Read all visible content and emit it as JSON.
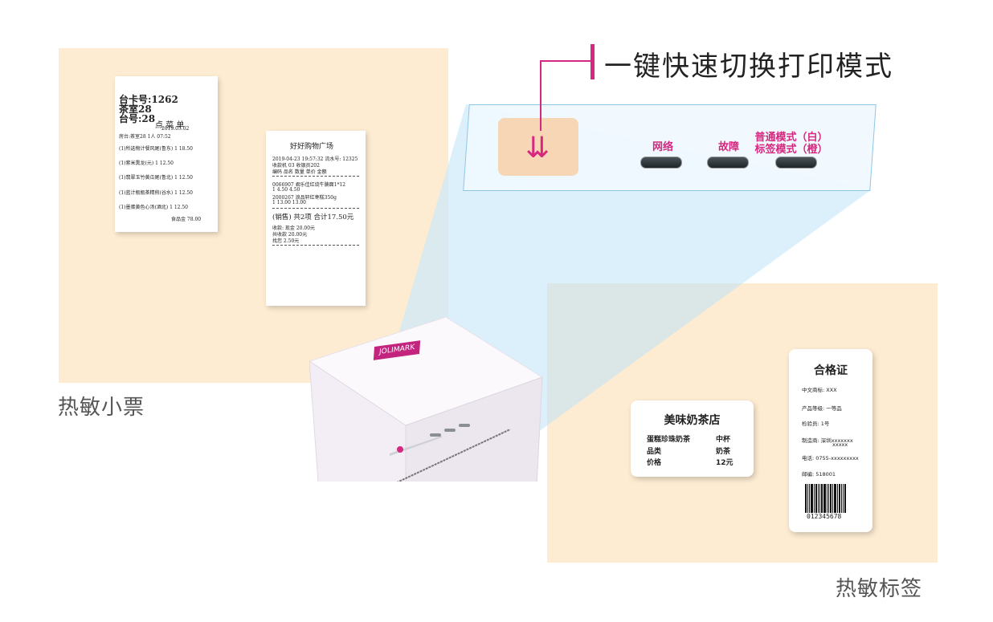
{
  "headline": "一键快速切换打印模式",
  "captions": {
    "left": "热敏小票",
    "right": "热敏标签"
  },
  "panel": {
    "indicators": [
      {
        "label": "网络"
      },
      {
        "label": "故障"
      },
      {
        "label1": "普通模式（白）",
        "label2": "标签模式（橙）"
      }
    ]
  },
  "printer": {
    "logo": "JOLIMARK"
  },
  "receipt1": {
    "lines": [
      "台卡号:1262",
      "茶室28",
      "台号:28",
      "点 菜 单",
      "2019.05.02",
      "房台:茶室28   1人      07:52",
      "(1)所选物计餐风尾(鲁东)   1   18.50",
      "(1)紫米熏龙(元)   1   12.50",
      "(1)翡翠玉竹黄瓜尾(鲁北)   1   12.50",
      "(1)蓝计瓶瓶茶精煎(谷水)   1   12.50",
      "(1)墨蛋黄色心汤(酒北)   1   12.50",
      "食品金    78.00"
    ]
  },
  "receipt2": {
    "title": "好好购物广场",
    "lines": [
      "2019-04-23 19:57:32 流水号: 12325",
      "收款机 03  收银员202",
      "编码   品名   数量   单价   金额",
      "0066907  君乐佳红烧牛腩面1*12",
      "          1   4.50  4.50",
      "2000267  浪品轩红枣糕350g",
      "          1   13.00 13.00",
      "(销售) 共2项  合计17.50元",
      "收款: 现金           20.00元",
      "共收款               20.00元",
      "找您                  2.50元"
    ]
  },
  "label_milk_tea": {
    "title": "美味奶茶店",
    "rows": [
      {
        "key": "蛋糕珍珠奶茶",
        "value": "中杯"
      },
      {
        "key": "品类",
        "value": "奶茶"
      },
      {
        "key": "价格",
        "value": "12元"
      }
    ]
  },
  "label_cert": {
    "title": "合格证",
    "lines": [
      "中文商标: XXX",
      "产品等级: 一等品",
      "检验员: 1号",
      "制造商: 深圳xxxxxxx",
      "xxxxx",
      "电话: 0755-xxxxxxxxx",
      "邮编: 518001"
    ],
    "barcode_number": "012345678"
  },
  "colors": {
    "accent": "#d6287f",
    "panel_bg": "#fdecd2",
    "beam": "#bfe4f7"
  }
}
